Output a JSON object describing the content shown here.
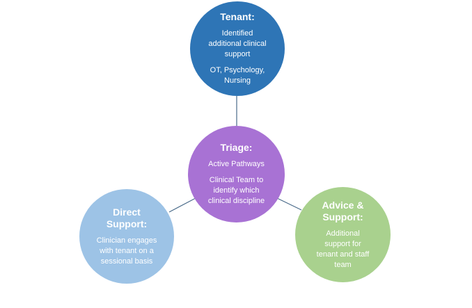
{
  "colors": {
    "tenant": "#2e75b6",
    "triage": "#a872d4",
    "direct_support": "#9dc3e6",
    "advice_support": "#a9d18e",
    "connector": "#4a6b8a"
  },
  "nodes": {
    "tenant": {
      "title": "Tenant:",
      "line1": "Identified",
      "line2": "additional clinical",
      "line3": "support",
      "line4": "OT, Psychology,",
      "line5": "Nursing"
    },
    "triage": {
      "title": "Triage:",
      "line1": "Active Pathways",
      "line2": "Clinical Team to",
      "line3": "identify which",
      "line4": "clinical discipline"
    },
    "direct_support": {
      "title_line1": "Direct",
      "title_line2": "Support:",
      "line1": "Clinician engages",
      "line2": "with tenant on a",
      "line3": "sessional basis"
    },
    "advice_support": {
      "title_line1": "Advice &",
      "title_line2": "Support:",
      "line1": "Additional",
      "line2": "support for",
      "line3": "tenant and staff",
      "line4": "team"
    }
  }
}
